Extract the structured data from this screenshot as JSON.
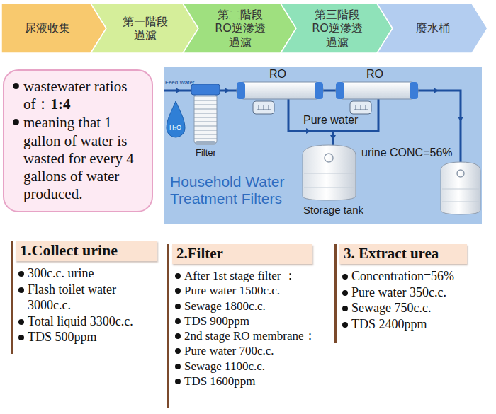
{
  "diagram": {
    "nodes": [
      {
        "text": [
          "尿液收集"
        ]
      },
      {
        "text": [
          "第一階段 過濾"
        ]
      },
      {
        "text": [
          "第二階段 RO逆滲透 過濾"
        ]
      },
      {
        "text": [
          "第三階段 RO逆滲透 過濾"
        ]
      },
      {
        "text": [
          "廢水桶"
        ]
      },
      {
        "text": [
          "wastewater ratios of：",
          "1:4",
          "meaning that 1 gallon of water is wasted for every 4 gallons of water produced."
        ]
      },
      {
        "text": [
          "Household Water Treatment Filters"
        ]
      },
      {
        "text": [
          "1.Collect urine",
          "300c.c. urine",
          "Flash toilet water 3000c.c.",
          "Total liquid 3300c.c.",
          "TDS 500ppm"
        ]
      },
      {
        "text": [
          "2.Filter",
          "After 1st stage filter ：",
          "Pure water 1500c.c.",
          "Sewage 1800c.c.",
          "TDS 900ppm",
          "2nd stage RO membrane：",
          "Pure water 700c.c.",
          "Sewage 1100c.c.",
          "TDS 1600ppm"
        ]
      },
      {
        "text": [
          "3. Extract urea",
          "Concentration=56%",
          "Pure water 350c.c.",
          "Sewage 750c.c.",
          "TDS 2400ppm"
        ]
      }
    ],
    "labels": [
      "RO",
      "RO",
      "Feed Water",
      "H₂O",
      "Filter",
      "Pure water",
      "urine CONC=56%",
      "Storage tank"
    ]
  }
}
